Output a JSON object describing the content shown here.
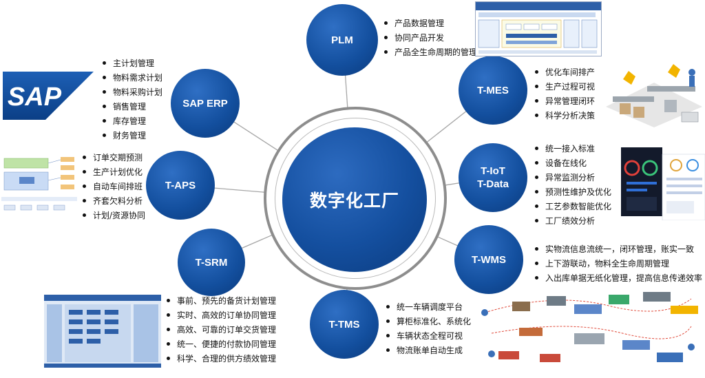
{
  "center": {
    "label": "数字化工厂"
  },
  "nodes": [
    {
      "id": "plm",
      "label": "PLM",
      "items": [
        "产品数据管理",
        "协同产品开发",
        "产品全生命周期的管理"
      ]
    },
    {
      "id": "sap",
      "label": "SAP ERP",
      "items": [
        "主计划管理",
        "物料需求计划",
        "物料采购计划",
        "销售管理",
        "库存管理",
        "财务管理"
      ]
    },
    {
      "id": "tmes",
      "label": "T-MES",
      "items": [
        "优化车间排产",
        "生产过程可视",
        "异常管理闭环",
        "科学分析决策"
      ]
    },
    {
      "id": "taps",
      "label": "T-APS",
      "items": [
        "订单交期预测",
        "生产计划优化",
        "自动车间排班",
        "齐套欠料分析",
        "计划/资源协同"
      ]
    },
    {
      "id": "tiot",
      "label": "T-IoT\nT-Data",
      "items": [
        "统一接入标准",
        "设备在线化",
        "异常监测分析",
        "预测性维护及优化",
        "工艺参数智能优化",
        "工厂绩效分析"
      ]
    },
    {
      "id": "tsrm",
      "label": "T-SRM",
      "items": [
        "事前、预先的备货计划管理",
        "实时、高效的订单协同管理",
        "高效、可靠的订单交货管理",
        "统一、便捷的付款协同管理",
        "科学、合理的供方绩效管理"
      ]
    },
    {
      "id": "twms",
      "label": "T-WMS",
      "items": [
        "实物流信息流统一，闭环管理，账实一致",
        "上下游联动，物料全生命周期管理",
        "入出库单据无纸化管理，提高信息传递效率"
      ]
    },
    {
      "id": "ttms",
      "label": "T-TMS",
      "items": [
        "统一车辆调度平台",
        "算柜标准化、系统化",
        "车辆状态全程可视",
        "物流账单自动生成"
      ]
    }
  ],
  "sap_logo": {
    "text": "SAP"
  },
  "colors": {
    "node": "#134f9e",
    "ring": "#8d8d8d",
    "line": "#a6a6a6",
    "text": "#111111"
  }
}
